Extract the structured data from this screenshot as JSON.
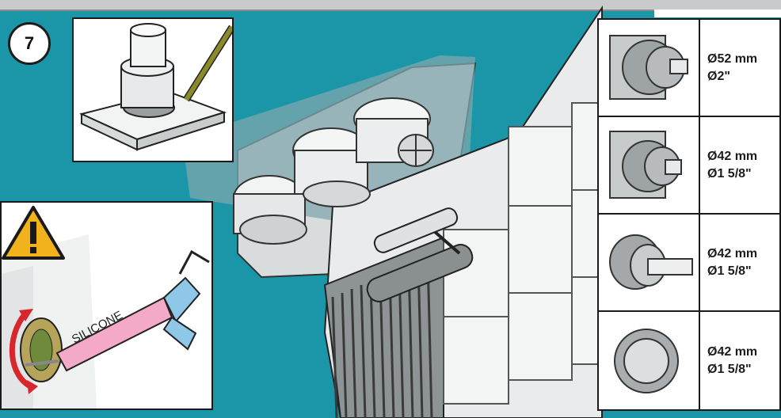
{
  "step": {
    "number": "7"
  },
  "gun_label": "SILICONE",
  "icons": {
    "warning": "warning-triangle-icon",
    "rotate": "rotate-arrows-icon"
  },
  "colors": {
    "background": "#1a96a8",
    "warning_yellow": "#f2b21c",
    "silicone_pink": "#f4a9c8",
    "gun_blue": "#8fc7e8",
    "arrow_red": "#d7262c"
  },
  "sizes_table": [
    {
      "metric": "Ø52 mm",
      "imperial": "Ø2\""
    },
    {
      "metric": "Ø42 mm",
      "imperial": "Ø1 5/8\""
    },
    {
      "metric": "Ø42 mm",
      "imperial": "Ø1 5/8\""
    },
    {
      "metric": "Ø42 mm",
      "imperial": "Ø1 5/8\""
    }
  ]
}
